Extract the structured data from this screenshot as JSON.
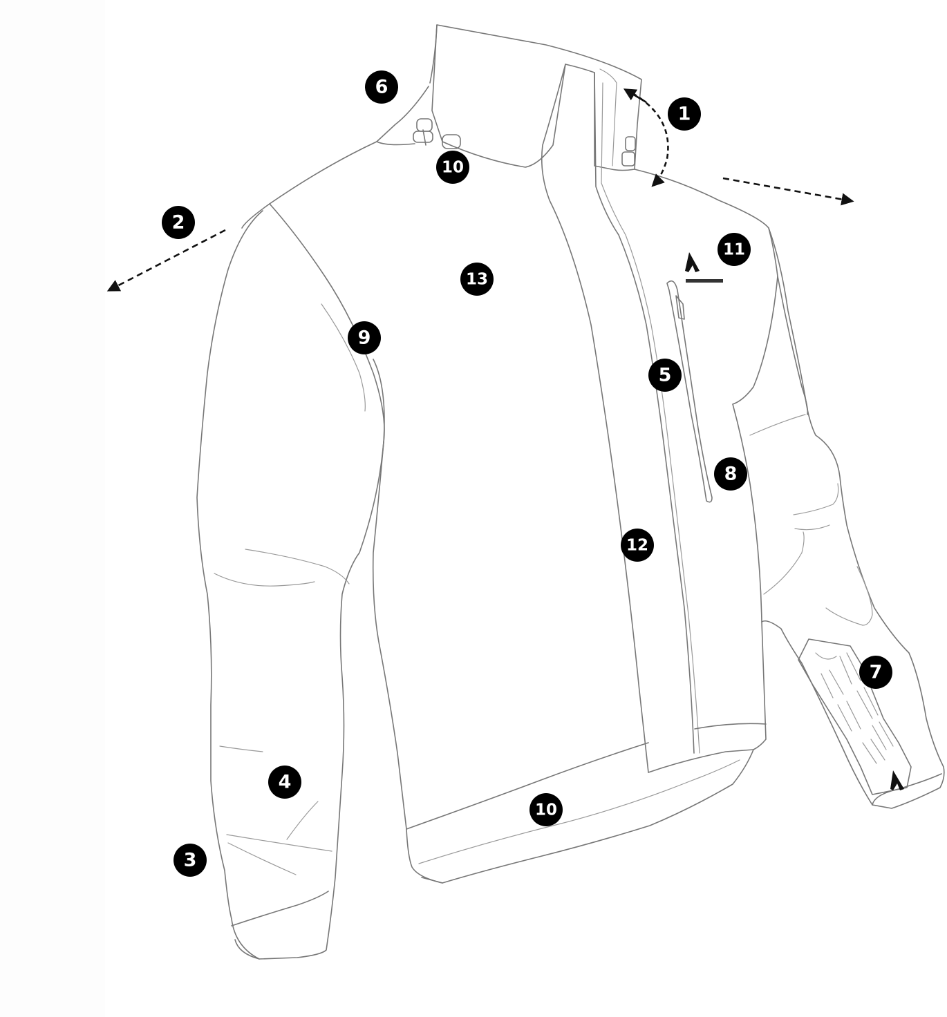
{
  "colors": {
    "background": "#ffffff",
    "outline": "#777777",
    "marker_fill": "#000000",
    "marker_text": "#ffffff",
    "arrow": "#111111"
  },
  "callouts": [
    {
      "id": "c1",
      "label": "1"
    },
    {
      "id": "c2",
      "label": "2"
    },
    {
      "id": "c3",
      "label": "3"
    },
    {
      "id": "c4",
      "label": "4"
    },
    {
      "id": "c5",
      "label": "5"
    },
    {
      "id": "c6",
      "label": "6"
    },
    {
      "id": "c7",
      "label": "7"
    },
    {
      "id": "c8",
      "label": "8"
    },
    {
      "id": "c9",
      "label": "9"
    },
    {
      "id": "c10a",
      "label": "10"
    },
    {
      "id": "c10b",
      "label": "10"
    },
    {
      "id": "c11",
      "label": "11"
    },
    {
      "id": "c12",
      "label": "12"
    },
    {
      "id": "c13",
      "label": "13"
    }
  ],
  "logo": {
    "icon": "brand-logo-icon"
  }
}
